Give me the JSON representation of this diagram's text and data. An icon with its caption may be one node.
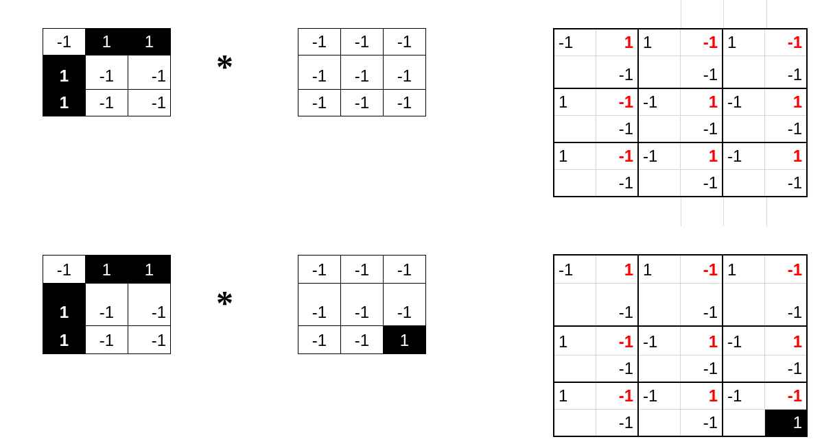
{
  "diagram": {
    "labels": [
      "-1",
      "1",
      "1",
      "1",
      "-1",
      "-1",
      "1",
      "-1",
      "-1",
      "*",
      "-1",
      "-1",
      "-1",
      "-1",
      "-1",
      "-1",
      "-1",
      "-1",
      "-1",
      "-1",
      "1",
      "1",
      "-1",
      "1",
      "-1",
      "-1",
      "-1",
      "-1",
      "1",
      "-1",
      "-1",
      "1",
      "-1",
      "1",
      "-1",
      "-1",
      "-1",
      "1",
      "-1",
      "-1",
      "1",
      "-1",
      "1",
      "-1",
      "-1",
      "-1",
      "-1",
      "1",
      "1",
      "1",
      "-1",
      "-1",
      "1",
      "-1",
      "-1",
      "*",
      "-1",
      "-1",
      "-1",
      "-1",
      "-1",
      "-1",
      "-1",
      "-1",
      "1",
      "-1",
      "1",
      "1",
      "-1",
      "1",
      "-1",
      "-1",
      "-1",
      "-1",
      "1",
      "-1",
      "-1",
      "1",
      "-1",
      "1",
      "-1",
      "-1",
      "-1",
      "1",
      "-1",
      "-1",
      "1",
      "-1",
      "-1",
      "-1",
      "-1",
      "1"
    ]
  }
}
